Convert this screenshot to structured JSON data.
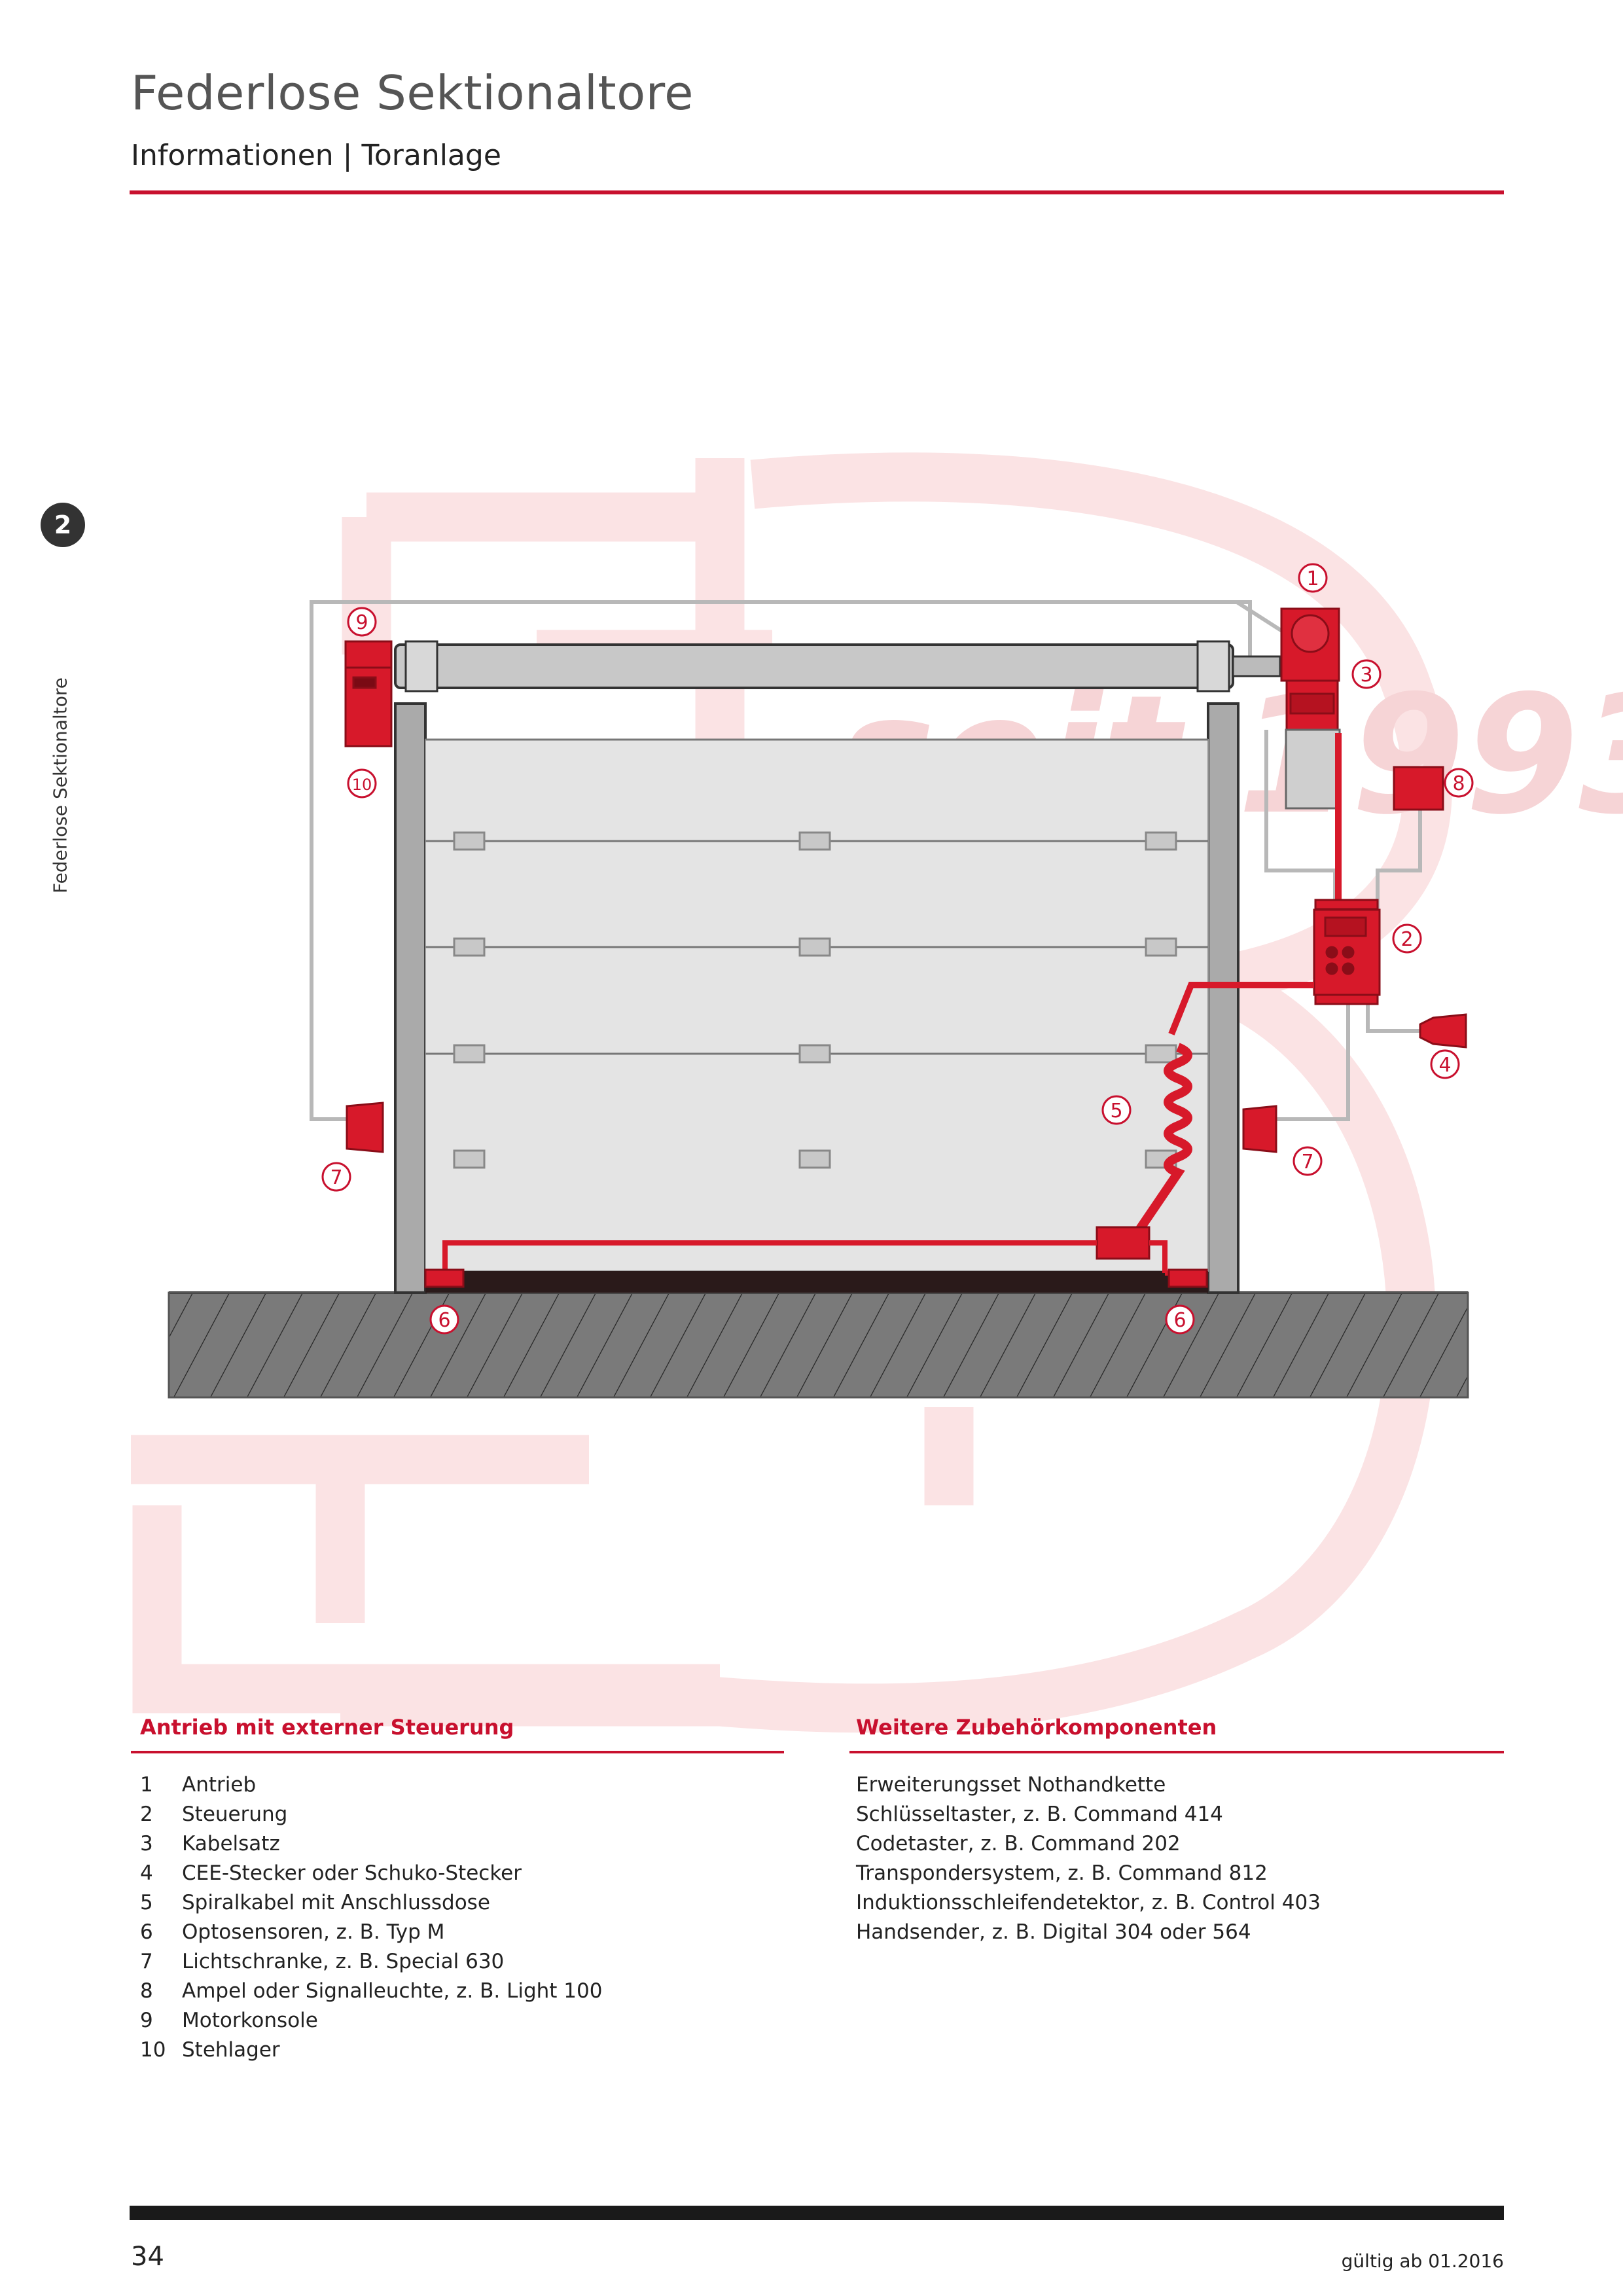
{
  "header": {
    "title": "Federlose Sektionaltore",
    "subtitle": "Informationen | Toranlage"
  },
  "side": {
    "chapter_number": "2",
    "chapter_label": "Federlose Sektionaltore"
  },
  "watermark": {
    "text": "seit 1993"
  },
  "diagram": {
    "callouts": [
      "1",
      "2",
      "3",
      "4",
      "5",
      "6",
      "6",
      "7",
      "7",
      "8",
      "9",
      "10"
    ]
  },
  "list_left": {
    "heading": "Antrieb mit externer Steuerung",
    "items": [
      {
        "num": "1",
        "label": "Antrieb"
      },
      {
        "num": "2",
        "label": "Steuerung"
      },
      {
        "num": "3",
        "label": "Kabelsatz"
      },
      {
        "num": "4",
        "label": "CEE-Stecker oder Schuko-Stecker"
      },
      {
        "num": "5",
        "label": "Spiralkabel mit Anschlussdose"
      },
      {
        "num": "6",
        "label": "Optosensoren, z. B. Typ M"
      },
      {
        "num": "7",
        "label": "Lichtschranke, z. B. Special 630"
      },
      {
        "num": "8",
        "label": "Ampel oder Signalleuchte, z. B. Light 100"
      },
      {
        "num": "9",
        "label": "Motorkonsole"
      },
      {
        "num": "10",
        "label": "Stehlager"
      }
    ]
  },
  "list_right": {
    "heading": "Weitere Zubehörkomponenten",
    "items": [
      "Erweiterungsset Nothandkette",
      "Schlüsseltaster, z. B. Command 414",
      "Codetaster, z. B. Command 202",
      "Transpondersystem, z. B. Command 812",
      "Induktionsschleifendetektor, z. B. Control 403",
      "Handsender, z. B. Digital 304 oder 564"
    ]
  },
  "footer": {
    "page_number": "34",
    "valid_from": "gültig ab 01.2016"
  },
  "colors": {
    "accent": "#c8102e",
    "component_red": "#d7192a",
    "watermark": "#fbe3e4"
  }
}
